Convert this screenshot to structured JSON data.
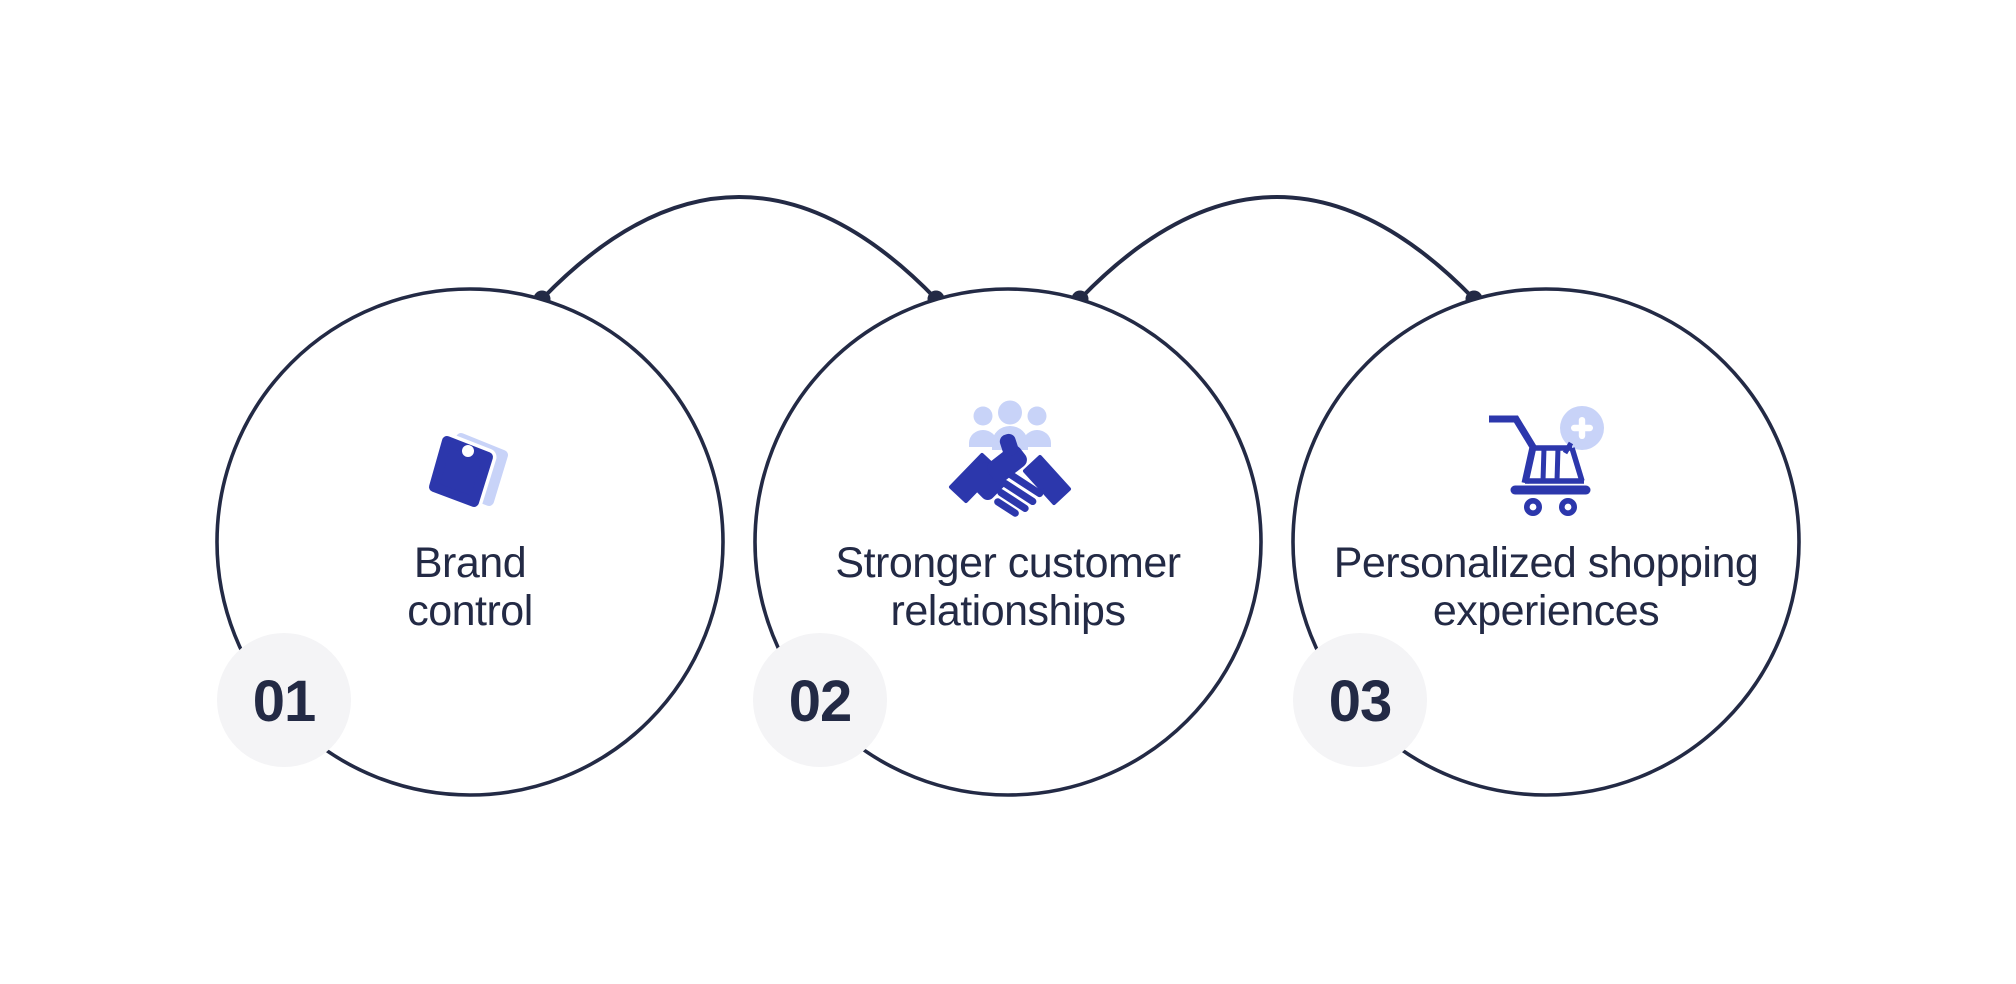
{
  "diagram": {
    "type": "three-step-circle-infographic",
    "steps": [
      {
        "number": "01",
        "label_line1": "Brand",
        "label_line2": "control",
        "icon": "price-tags-icon"
      },
      {
        "number": "02",
        "label_line1": "Stronger customer",
        "label_line2": "relationships",
        "icon": "handshake-customers-icon"
      },
      {
        "number": "03",
        "label_line1": "Personalized shopping",
        "label_line2": "experiences",
        "icon": "cart-plus-icon"
      }
    ],
    "colors": {
      "background": "#ffffff",
      "outline_navy": "#232a45",
      "icon_blue": "#2c37ac",
      "icon_light_blue": "#c8d3f8",
      "badge_gray": "#f4f4f6",
      "hole_white": "#ffffff"
    }
  }
}
